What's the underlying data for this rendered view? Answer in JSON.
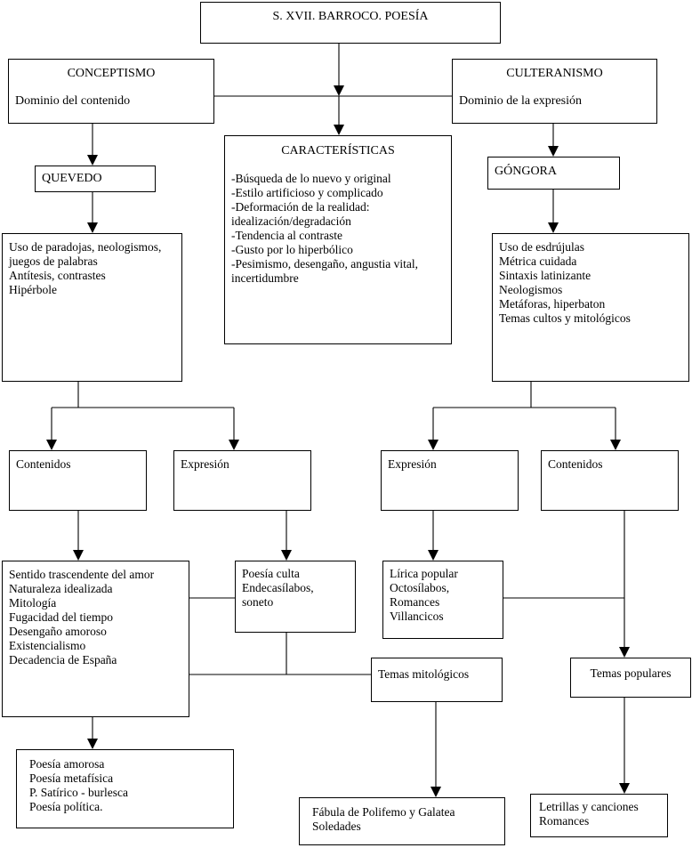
{
  "diagram": {
    "title_box": {
      "label": "S. XVII. BARROCO. POESÍA"
    },
    "conceptismo": {
      "heading": "CONCEPTISMO",
      "sub": "Dominio del contenido"
    },
    "culteranismo": {
      "heading": "CULTERANISMO",
      "sub": "Dominio de la expresión"
    },
    "quevedo": {
      "label": "QUEVEDO"
    },
    "gongora": {
      "label": "GÓNGORA"
    },
    "caracteristicas": {
      "heading": "CARACTERÍSTICAS",
      "items": "-Búsqueda de lo nuevo y original\n-Estilo artificioso y complicado\n-Deformación de la realidad:\nidealización/degradación\n-Tendencia al contraste\n-Gusto por lo hiperbólico\n-Pesimismo, desengaño, angustia vital,\nincertidumbre"
    },
    "quevedo_rasgos": {
      "items": "Uso de paradojas, neologismos,\njuegos de palabras\nAntítesis, contrastes\nHipérbole"
    },
    "gongora_rasgos": {
      "items": "Uso de esdrújulas\nMétrica cuidada\nSintaxis latinizante\nNeologismos\nMetáforas, hiperbaton\nTemas cultos y mitológicos"
    },
    "quevedo_contenidos": {
      "label": "Contenidos"
    },
    "quevedo_expresion": {
      "label": "Expresión"
    },
    "gongora_expresion": {
      "label": "Expresión"
    },
    "gongora_contenidos": {
      "label": "Contenidos"
    },
    "quevedo_temas": {
      "items": "Sentido trascendente del amor\nNaturaleza idealizada\nMitología\nFugacidad del tiempo\nDesengaño  amoroso\nExistencialismo\nDecadencia de España"
    },
    "poesia_culta": {
      "items": "Poesía culta\nEndecasílabos,\n soneto"
    },
    "lirica_popular": {
      "items": "Lírica popular\nOctosílabos,\nRomances\nVillancicos"
    },
    "temas_mitologicos": {
      "label": "Temas mitológicos"
    },
    "temas_populares": {
      "label": "Temas populares"
    },
    "quevedo_obras": {
      "items": "Poesía amorosa\nPoesía metafísica\nP. Satírico - burlesca\nPoesía política."
    },
    "gongora_obras_cultas": {
      "items": "Fábula de Polifemo y Galatea\nSoledades"
    },
    "gongora_obras_populares": {
      "items": "Letrillas y canciones\nRomances"
    }
  }
}
